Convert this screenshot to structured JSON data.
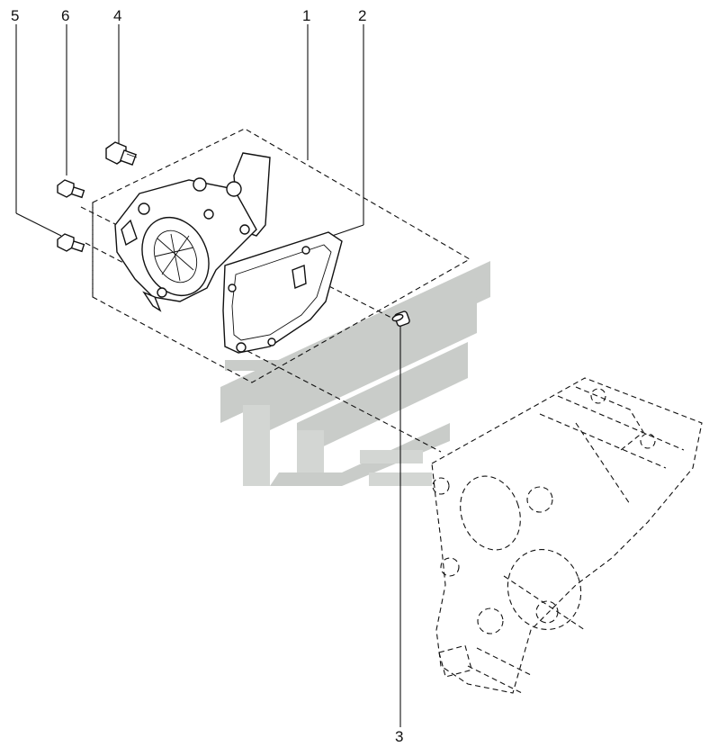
{
  "callouts": [
    {
      "id": "p1",
      "label": "1"
    },
    {
      "id": "p2",
      "label": "2"
    },
    {
      "id": "p3",
      "label": "3"
    },
    {
      "id": "p4",
      "label": "4"
    },
    {
      "id": "p5",
      "label": "5"
    },
    {
      "id": "p6",
      "label": "6"
    }
  ],
  "colors": {
    "line": "#111111",
    "watermark": "#c9ccc9",
    "background": "#ffffff"
  }
}
